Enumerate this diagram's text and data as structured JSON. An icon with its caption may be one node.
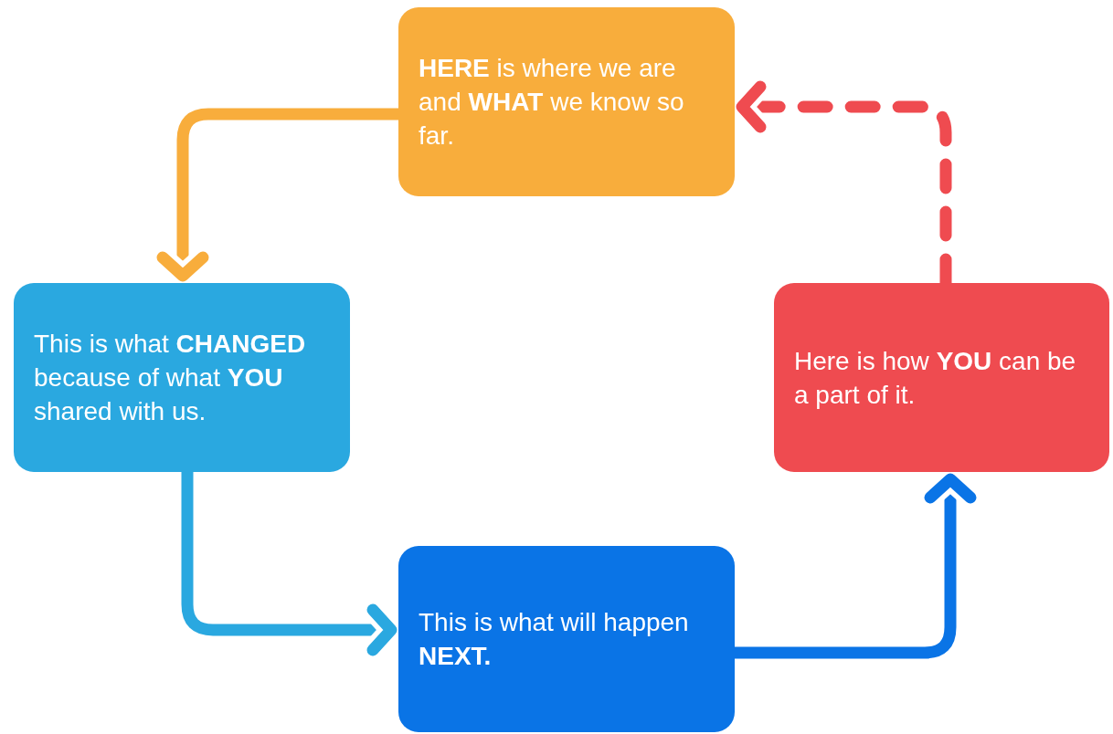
{
  "diagram": {
    "nodes": [
      {
        "text": [
          "**HERE** is where we are and **WHAT** we know so far."
        ]
      },
      {
        "text": [
          "This is what **CHANGED** because of what **YOU** shared with us."
        ]
      },
      {
        "text": [
          "This is what will happen **NEXT.**"
        ]
      },
      {
        "text": [
          "Here is how **YOU** can be a part of it."
        ]
      }
    ],
    "edges": [
      {
        "from": 0,
        "to": 1,
        "arrow": "to",
        "color": "#f8ad3c"
      },
      {
        "from": 1,
        "to": 2,
        "arrow": "to",
        "color": "#2aa8e0"
      },
      {
        "from": 2,
        "to": 3,
        "arrow": "to",
        "color": "#0a74e6"
      },
      {
        "from": 3,
        "to": 0,
        "arrow": "to",
        "style": "dashed",
        "color": "#ef4b50"
      }
    ]
  }
}
